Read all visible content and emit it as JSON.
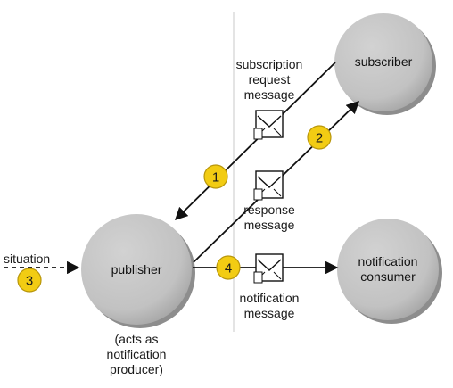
{
  "nodes": {
    "subscriber": "subscriber",
    "publisher": "publisher",
    "consumer_line1": "notification",
    "consumer_line2": "consumer"
  },
  "labels": {
    "subscription_request": [
      "subscription",
      "request",
      "message"
    ],
    "response": [
      "response",
      "message"
    ],
    "notification": [
      "notification",
      "message"
    ],
    "situation": "situation",
    "publisher_note": [
      "(acts as",
      "notification",
      "producer)"
    ]
  },
  "badges": [
    "1",
    "2",
    "3",
    "4"
  ],
  "colors": {
    "node_fill": "#c4c4c4",
    "node_edge": "#8a8a8a",
    "badge_fill": "#f2cc13",
    "badge_edge": "#b8960b",
    "line": "#111111",
    "divider": "#d9d9d9"
  }
}
